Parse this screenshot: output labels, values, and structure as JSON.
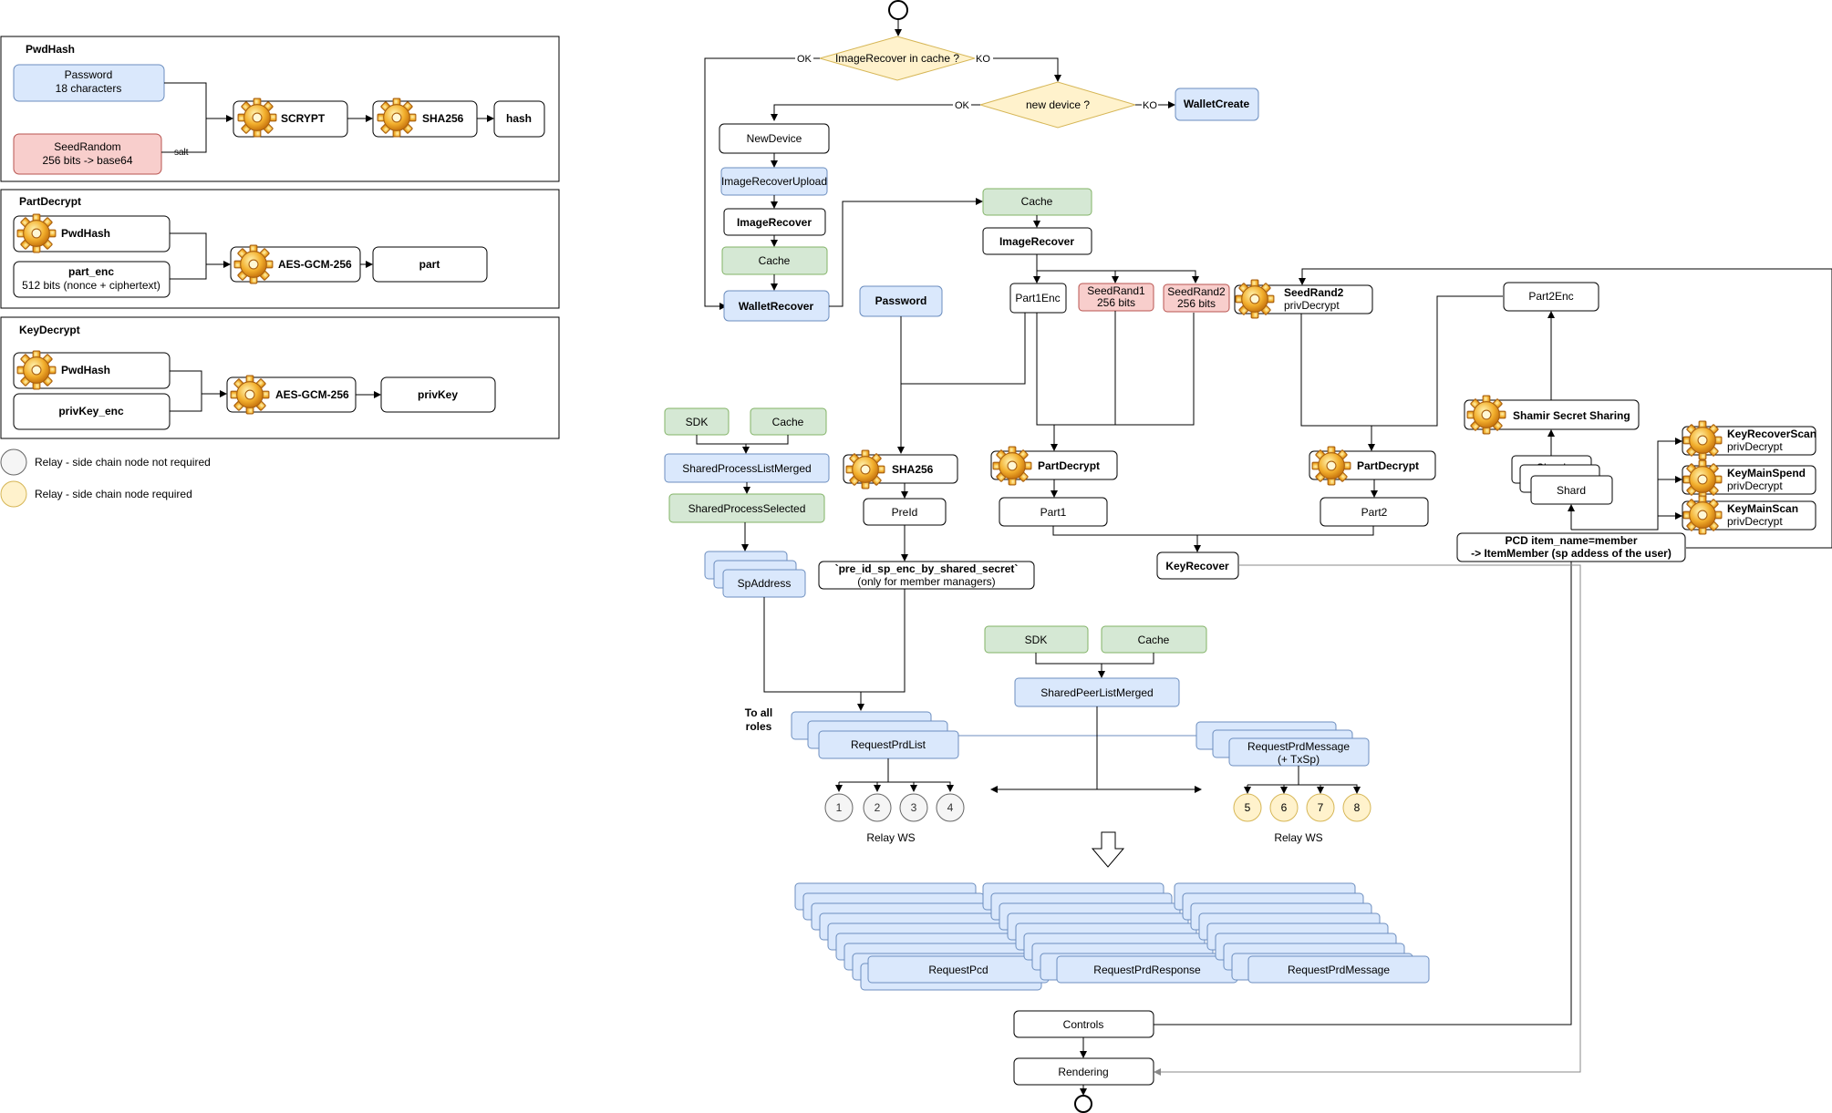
{
  "legend": {
    "grey": "Relay - side chain node not required",
    "yellow": "Relay - side chain node required"
  },
  "pwdhash_panel": {
    "title": "PwdHash",
    "password": [
      "Password",
      "18 characters"
    ],
    "seed_random": [
      "SeedRandom",
      "256 bits -> base64"
    ],
    "salt": "salt",
    "scrypt": "SCRYPT",
    "sha256": "SHA256",
    "hash": "hash"
  },
  "partdecrypt_panel": {
    "title": "PartDecrypt",
    "pwdhash": "PwdHash",
    "part_enc": [
      "part_enc",
      "512 bits (nonce + ciphertext)"
    ],
    "aes": "AES-GCM-256",
    "part": "part"
  },
  "keydecrypt_panel": {
    "title": "KeyDecrypt",
    "pwdhash": "PwdHash",
    "privkey_enc": "privKey_enc",
    "aes": "AES-GCM-256",
    "privkey": "privKey"
  },
  "flow": {
    "image_recover_in_cache": "ImageRecover in cache ?",
    "ok": "OK",
    "ko": "KO",
    "new_device_q": "new device ?",
    "wallet_create": "WalletCreate",
    "new_device": "NewDevice",
    "image_recover_upload": "ImageRecoverUpload",
    "image_recover": "ImageRecover",
    "cache": "Cache",
    "wallet_recover": "WalletRecover",
    "password": "Password",
    "part1enc": "Part1Enc",
    "seedrand1": [
      "SeedRand1",
      "256 bits"
    ],
    "seedrand2": [
      "SeedRand2",
      "256 bits"
    ],
    "seedrand2_priv": [
      "SeedRand2",
      "privDecrypt"
    ],
    "part2enc": "Part2Enc",
    "shamir": "Shamir Secret Sharing",
    "shard": "Shard",
    "shard_partial": "Shard",
    "key_recover_scan": [
      "KeyRecoverScan",
      "privDecrypt"
    ],
    "key_main_spend": [
      "KeyMainSpend",
      "privDecrypt"
    ],
    "key_main_scan": [
      "KeyMainScan",
      "privDecrypt"
    ],
    "pcd_member": [
      "PCD item_name=member",
      "-> ItemMember (sp addess of the user)"
    ],
    "sdk": "SDK",
    "shared_process_list_merged": "SharedProcessListMerged",
    "shared_process_selected": "SharedProcessSelected",
    "sp_address": "SpAddress",
    "sha256": "SHA256",
    "preid": "PreId",
    "pre_id_enc": [
      "`pre_id_sp_enc_by_shared_secret`",
      "(only for member managers)"
    ],
    "part_decrypt": "PartDecrypt",
    "part1": "Part1",
    "part2": "Part2",
    "key_recover": "KeyRecover",
    "shared_peer_list_merged": "SharedPeerListMerged",
    "to_all_roles": [
      "To all",
      "roles"
    ],
    "request_prd_list": "RequestPrdList",
    "request_prd_list_partial": "RequestPrdList",
    "request_prd_message_2": [
      "RequestPrdMessage",
      "(+ TxSp)"
    ],
    "relays_grey": [
      "1",
      "2",
      "3",
      "4"
    ],
    "relays_yellow": [
      "5",
      "6",
      "7",
      "8"
    ],
    "relay_ws": "Relay WS",
    "request_pcd": "RequestPcd",
    "request_prd_response": "RequestPrdResponse",
    "request_prd_message": "RequestPrdMessage",
    "controls": "Controls",
    "rendering": "Rendering"
  },
  "colors": {
    "blue_fill": "#dae8fc",
    "blue_stroke": "#6c8ebf",
    "green_fill": "#d5e8d4",
    "green_stroke": "#82b366",
    "red_fill": "#f8cecc",
    "red_stroke": "#b85450",
    "yellow_fill": "#fff2cc",
    "yellow_stroke": "#d6b656",
    "grey_fill": "#f5f5f5",
    "grey_stroke": "#666666"
  }
}
